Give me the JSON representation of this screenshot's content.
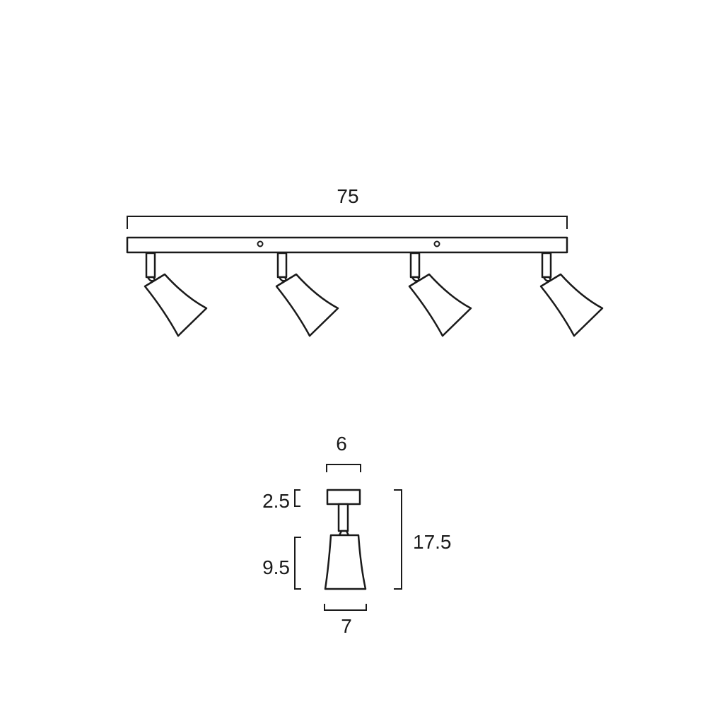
{
  "dimensions": {
    "total_length": "75",
    "canopy_width": "6",
    "canopy_height": "2.5",
    "shade_height": "9.5",
    "overall_height": "17.5",
    "shade_width": "7"
  },
  "spotlight_count": 4,
  "line_color": "#1a1a1a"
}
